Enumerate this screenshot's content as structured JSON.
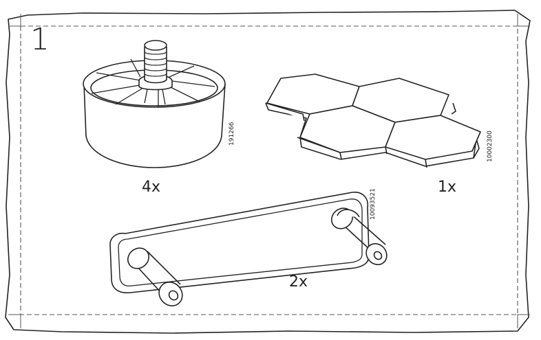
{
  "step_number": "1",
  "parts": [
    {
      "name": "adjustable-foot",
      "quantity": "4x",
      "article_number": "191266"
    },
    {
      "name": "hexagon-connector-plate",
      "quantity": "1x",
      "article_number": "10002300"
    },
    {
      "name": "double-dowel-plate",
      "quantity": "2x",
      "article_number": "10093521"
    }
  ],
  "colors": {
    "line": "#222222",
    "paper": "#ffffff",
    "dash": "#555555"
  }
}
